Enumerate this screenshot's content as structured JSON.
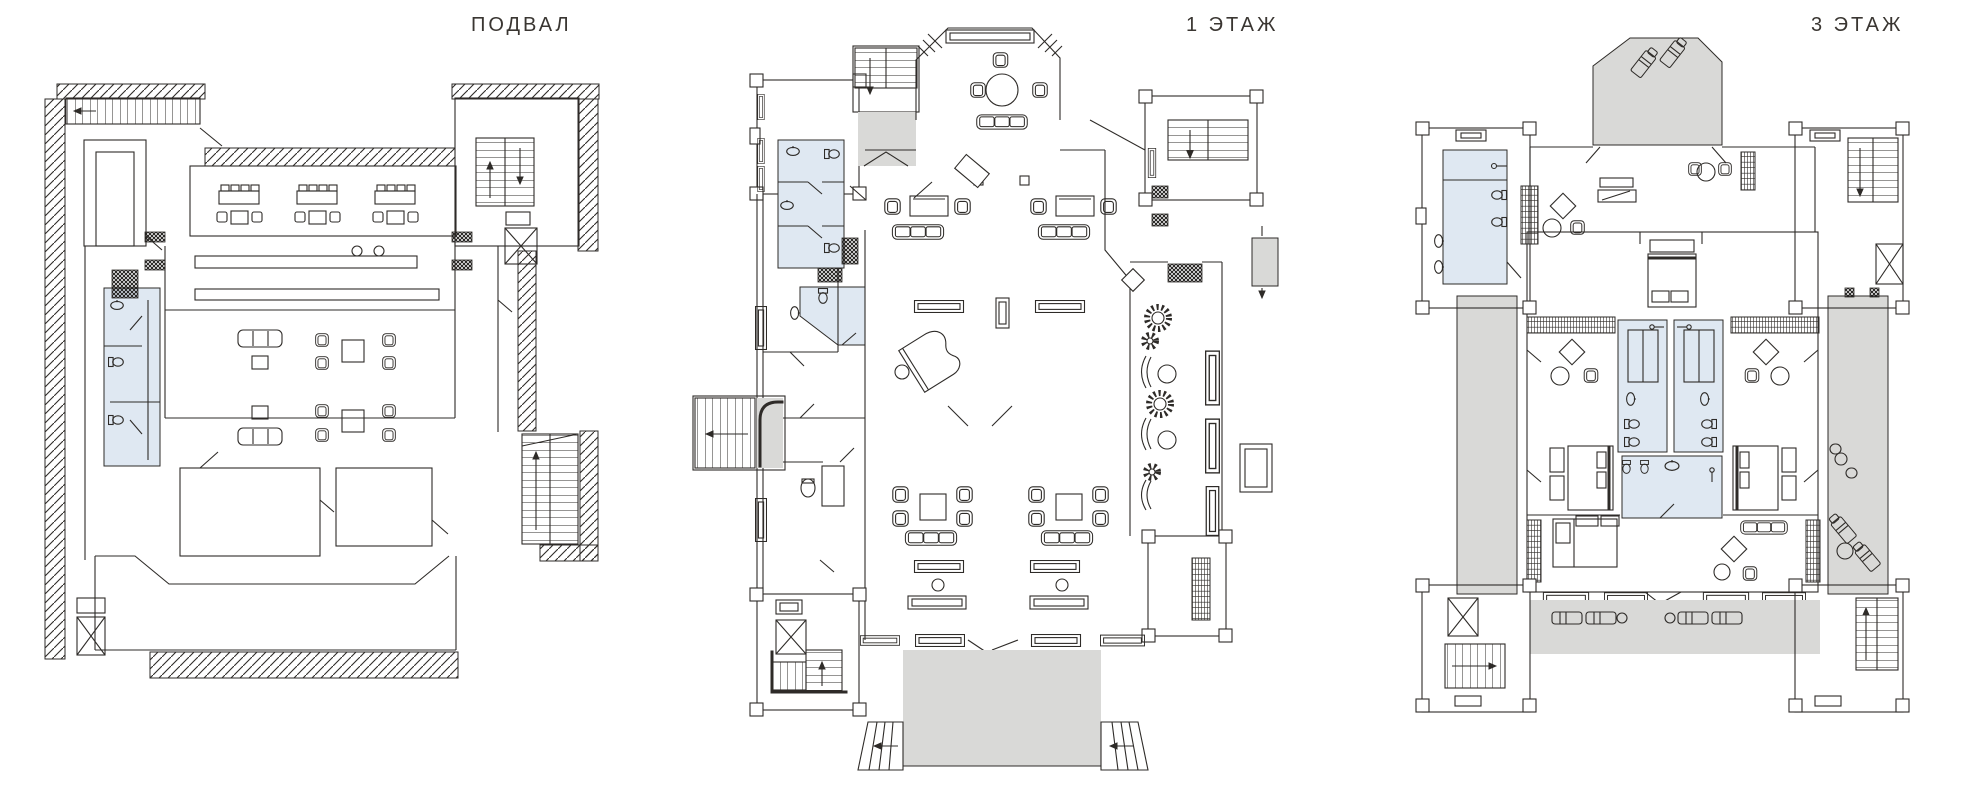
{
  "sheet": {
    "title": "",
    "type": "architectural-floor-plans"
  },
  "plans": [
    {
      "id": "basement",
      "label": "ПОДВАЛ",
      "features": [
        "hatched-masonry-walls",
        "staircase",
        "elevator-shaft",
        "restroom",
        "bar-counters",
        "lounge-seating",
        "storage-rooms"
      ]
    },
    {
      "id": "floor1",
      "label": "1 ЭТАЖ",
      "features": [
        "bay-window-lounge",
        "balcony",
        "grand-piano",
        "sofa-groups",
        "restrooms",
        "winter-garden-plants",
        "entrance-terrace",
        "staircases"
      ]
    },
    {
      "id": "floor3",
      "label": "3 ЭТАЖ",
      "features": [
        "roof-terrace",
        "sun-loungers",
        "bedrooms",
        "bathrooms",
        "dressing-rooms",
        "side-balconies",
        "staircases",
        "elevator-shafts"
      ]
    }
  ],
  "colors": {
    "line": "#2e2b28",
    "bathroom_fill": "#dfe8f2",
    "terrace_fill": "#d9d9d7",
    "wall_fill": "#ffffff",
    "background": "#ffffff",
    "label_text": "#3a3632"
  }
}
